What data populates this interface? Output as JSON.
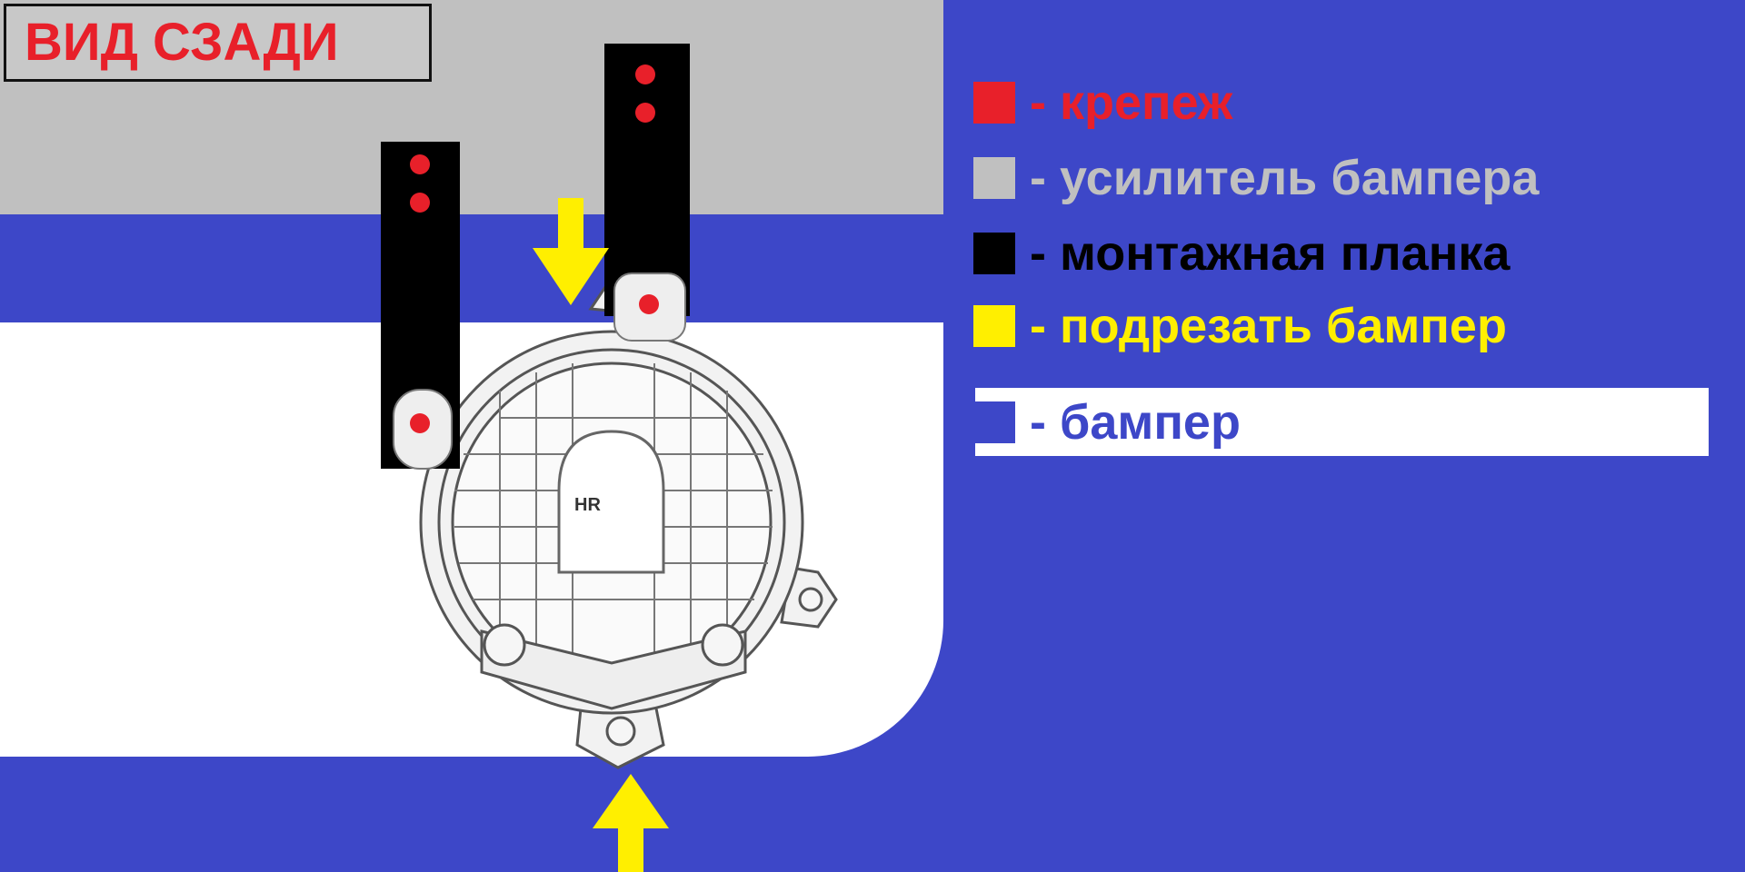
{
  "title": "ВИД СЗАДИ",
  "lamp_label": "HR",
  "legend": [
    {
      "label": "- крепеж",
      "color": "#e8202a"
    },
    {
      "label": "- усилитель бампера",
      "color": "#c0c0c0"
    },
    {
      "label": "- монтажная планка",
      "color": "#000000"
    },
    {
      "label": "- подрезать бампер",
      "color": "#ffef00"
    },
    {
      "label": "- бампер",
      "color": "#3d47c8"
    }
  ]
}
